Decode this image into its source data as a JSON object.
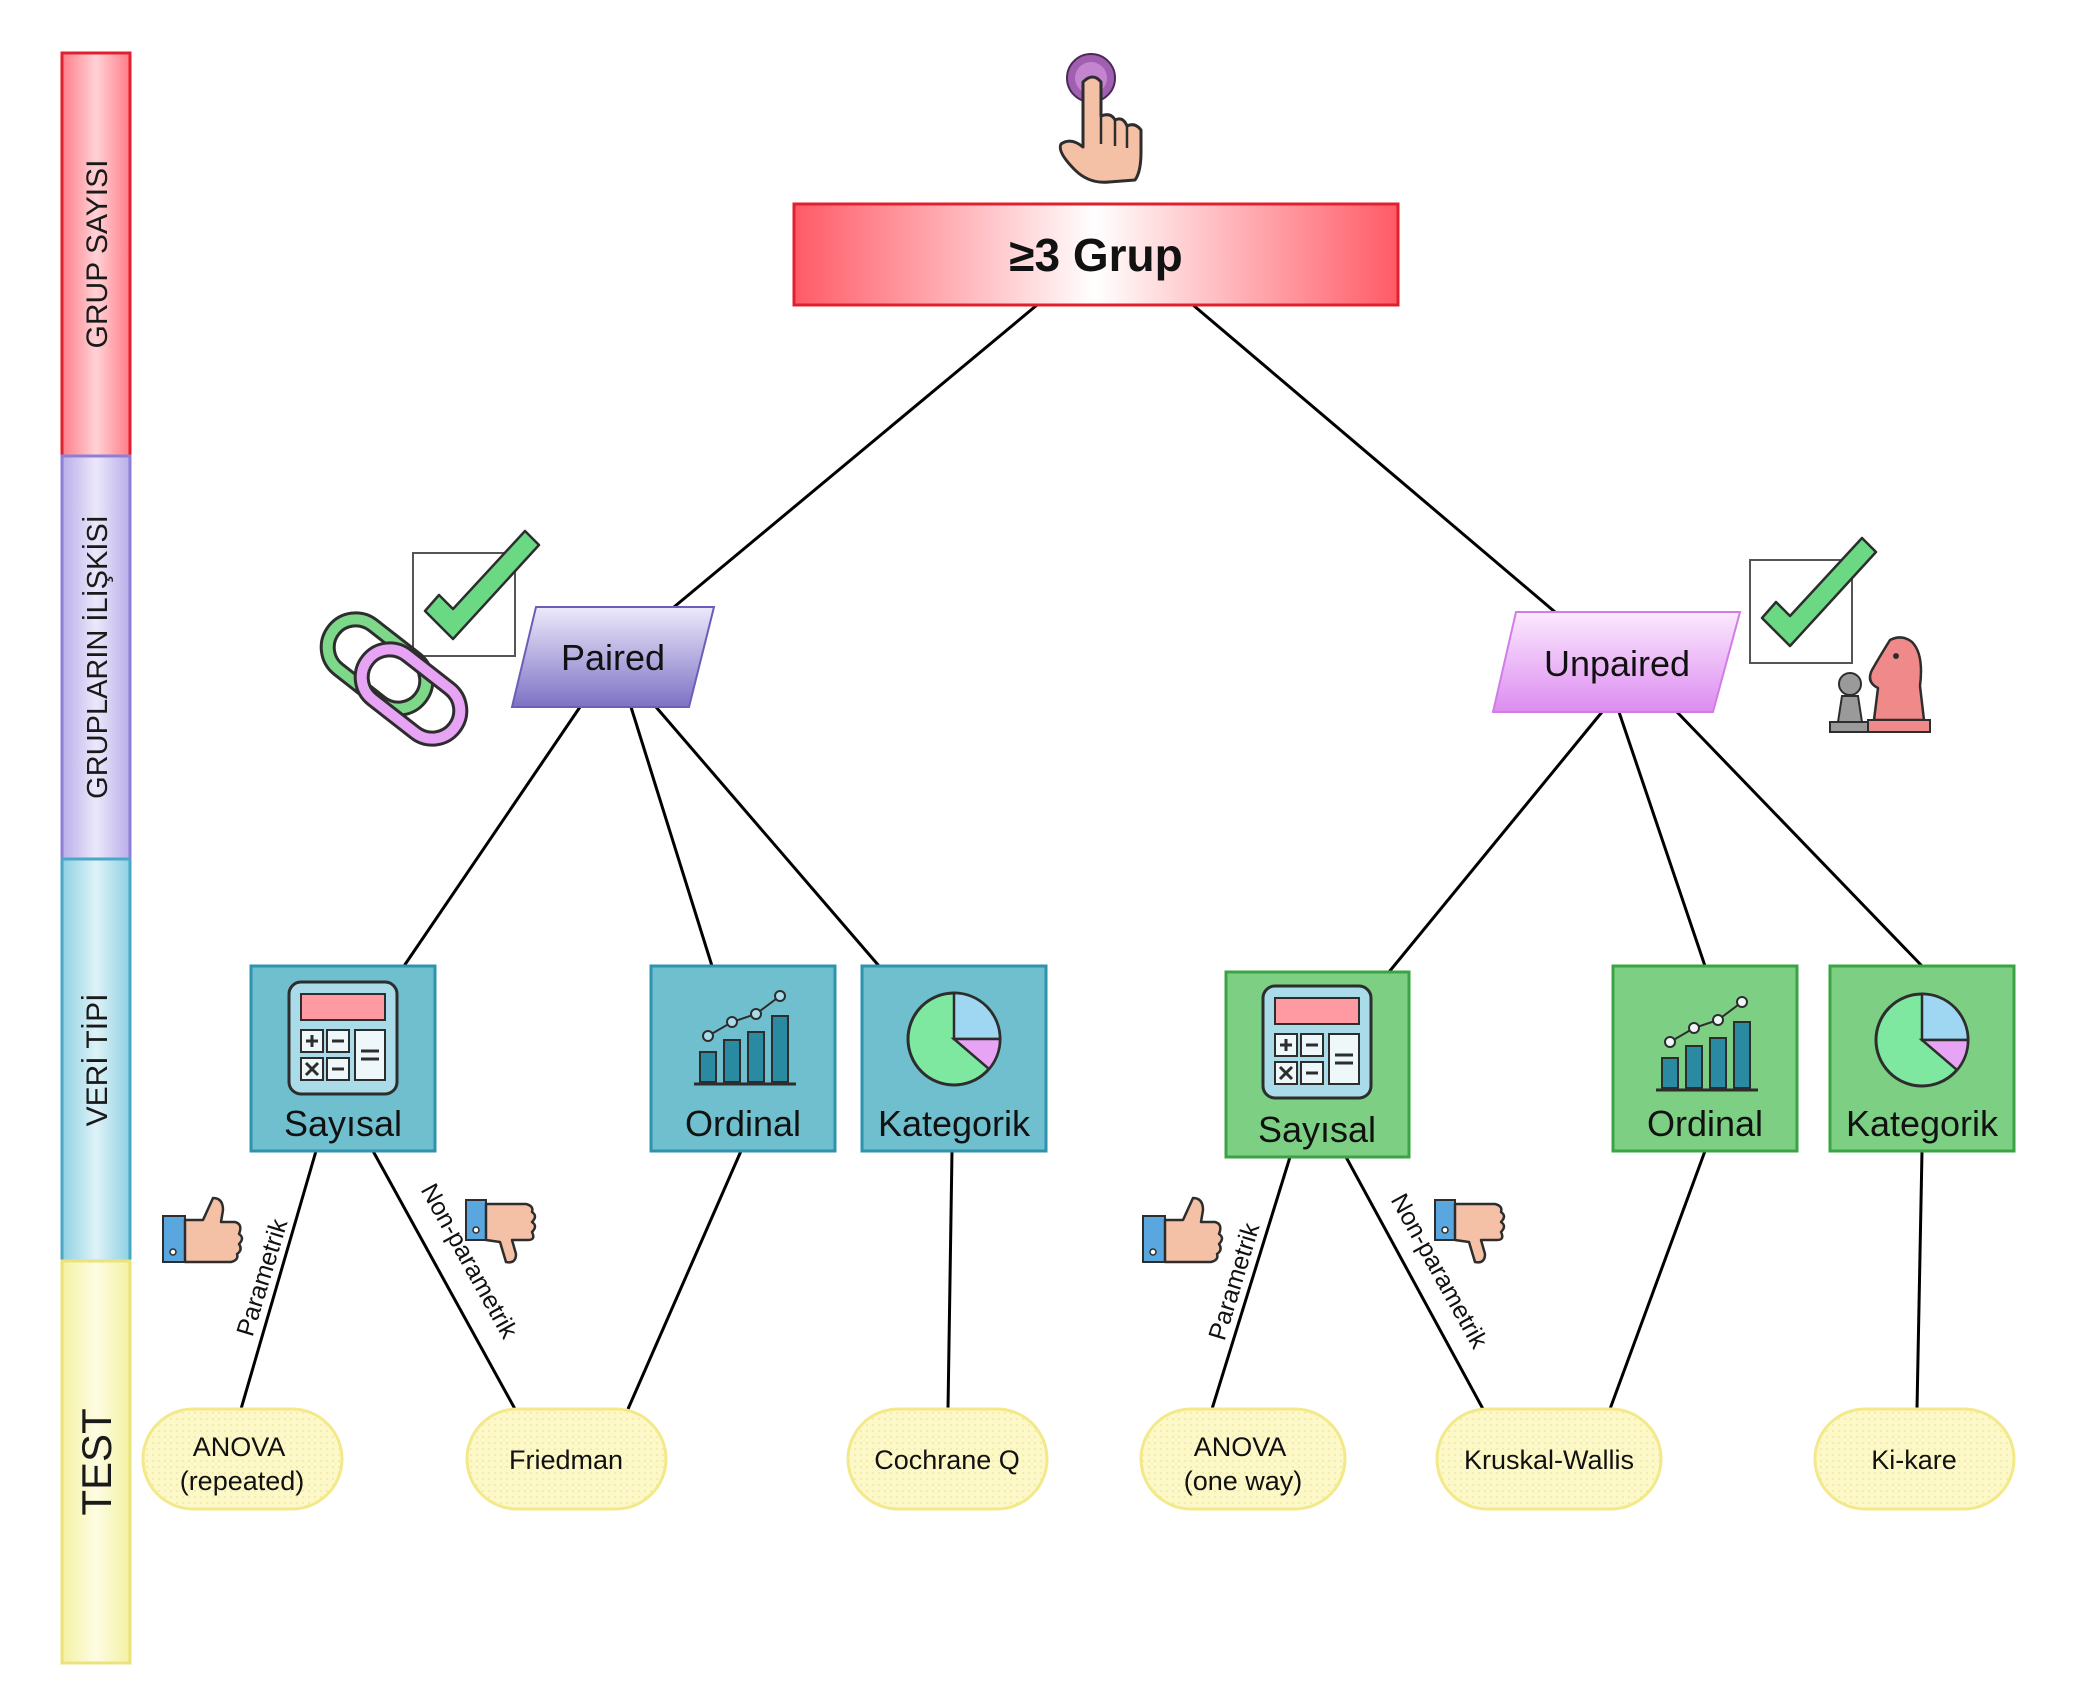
{
  "colors": {
    "lane_grup": "#ff9aa2",
    "lane_iliski": "#cfc6f0",
    "lane_veri": "#a9dbe8",
    "lane_test": "#f8f6b8",
    "root_fill": "#ff6f78",
    "paired_fill": "#8f86cc",
    "unpaired_fill": "#e7a4f4",
    "paired_types_fill": "#70bfce",
    "unpaired_types_fill": "#7dcf83",
    "test_fill": "#fdf7c4",
    "check_green": "#6bd884"
  },
  "lanes": {
    "grup": "GRUP SAYISI",
    "iliski": "GRUPLARIN İLİŞKİSİ",
    "veri": "VERİ TİPİ",
    "test": "TEST"
  },
  "root": {
    "label": "≥3 Grup",
    "icon": "pointing-hand-icon"
  },
  "relations": {
    "paired": {
      "label": "Paired",
      "icons": [
        "check-icon",
        "chain-link-icon"
      ]
    },
    "unpaired": {
      "label": "Unpaired",
      "icons": [
        "check-icon",
        "chess-pieces-icon"
      ]
    }
  },
  "data_types": {
    "paired": [
      {
        "label": "Sayısal",
        "icon": "calculator-icon"
      },
      {
        "label": "Ordinal",
        "icon": "bar-chart-icon"
      },
      {
        "label": "Kategorik",
        "icon": "pie-chart-icon"
      }
    ],
    "unpaired": [
      {
        "label": "Sayısal",
        "icon": "calculator-icon"
      },
      {
        "label": "Ordinal",
        "icon": "bar-chart-icon"
      },
      {
        "label": "Kategorik",
        "icon": "pie-chart-icon"
      }
    ]
  },
  "edge_labels": {
    "parametric": "Parametrik",
    "nonparametric": "Non-parametrik",
    "parametric_icon": "thumbs-up-icon",
    "nonparametric_icon": "thumbs-down-icon"
  },
  "tests": {
    "anova_repeated": [
      "ANOVA",
      "(repeated)"
    ],
    "friedman": "Friedman",
    "cochrane": "Cochrane Q",
    "anova_oneway": [
      "ANOVA",
      "(one way)"
    ],
    "kruskal": "Kruskal-Wallis",
    "kikare": "Ki-kare"
  }
}
